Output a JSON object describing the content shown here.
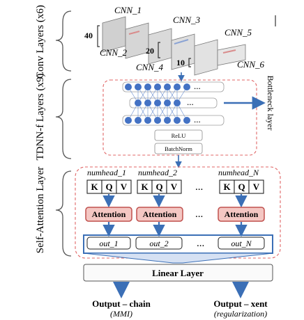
{
  "labels": {
    "conv": "Conv Layers (x6)",
    "tdnn": "TDNN-f Layers (x9)",
    "attn": "Self-Attention Layer",
    "bottleneck": "Bottleneck layer"
  },
  "conv": {
    "layers": [
      "CNN_1",
      "CNN_2",
      "CNN_3",
      "CNN_4",
      "CNN_5",
      "CNN_6"
    ],
    "dims": [
      "40",
      "20",
      "10"
    ]
  },
  "tdnn": {
    "relu": "ReLU",
    "batchnorm": "BatchNorm",
    "ellipsis": "..."
  },
  "attention": {
    "heads": [
      {
        "name": "numhead_1",
        "kqv": [
          "K",
          "Q",
          "V"
        ],
        "attn": "Attention",
        "out": "out_1"
      },
      {
        "name": "numhead_2",
        "kqv": [
          "K",
          "Q",
          "V"
        ],
        "attn": "Attention",
        "out": "out_2"
      },
      {
        "name": "numhead_N",
        "kqv": [
          "K",
          "Q",
          "V"
        ],
        "attn": "Attention",
        "out": "out_N"
      }
    ],
    "ellipsis": "..."
  },
  "linear": "Linear Layer",
  "outputs": [
    {
      "title": "Output – chain",
      "sub": "(MMI)"
    },
    {
      "title": "Output – xent",
      "sub": "(regularization)"
    }
  ],
  "colors": {
    "node": "#4472c4",
    "arrow": "#3b6fb6",
    "attn_fill": "#f4c7c3",
    "attn_stroke": "#c0504d",
    "dashed_red": "#e06666",
    "plate": "#d9d9d9"
  }
}
